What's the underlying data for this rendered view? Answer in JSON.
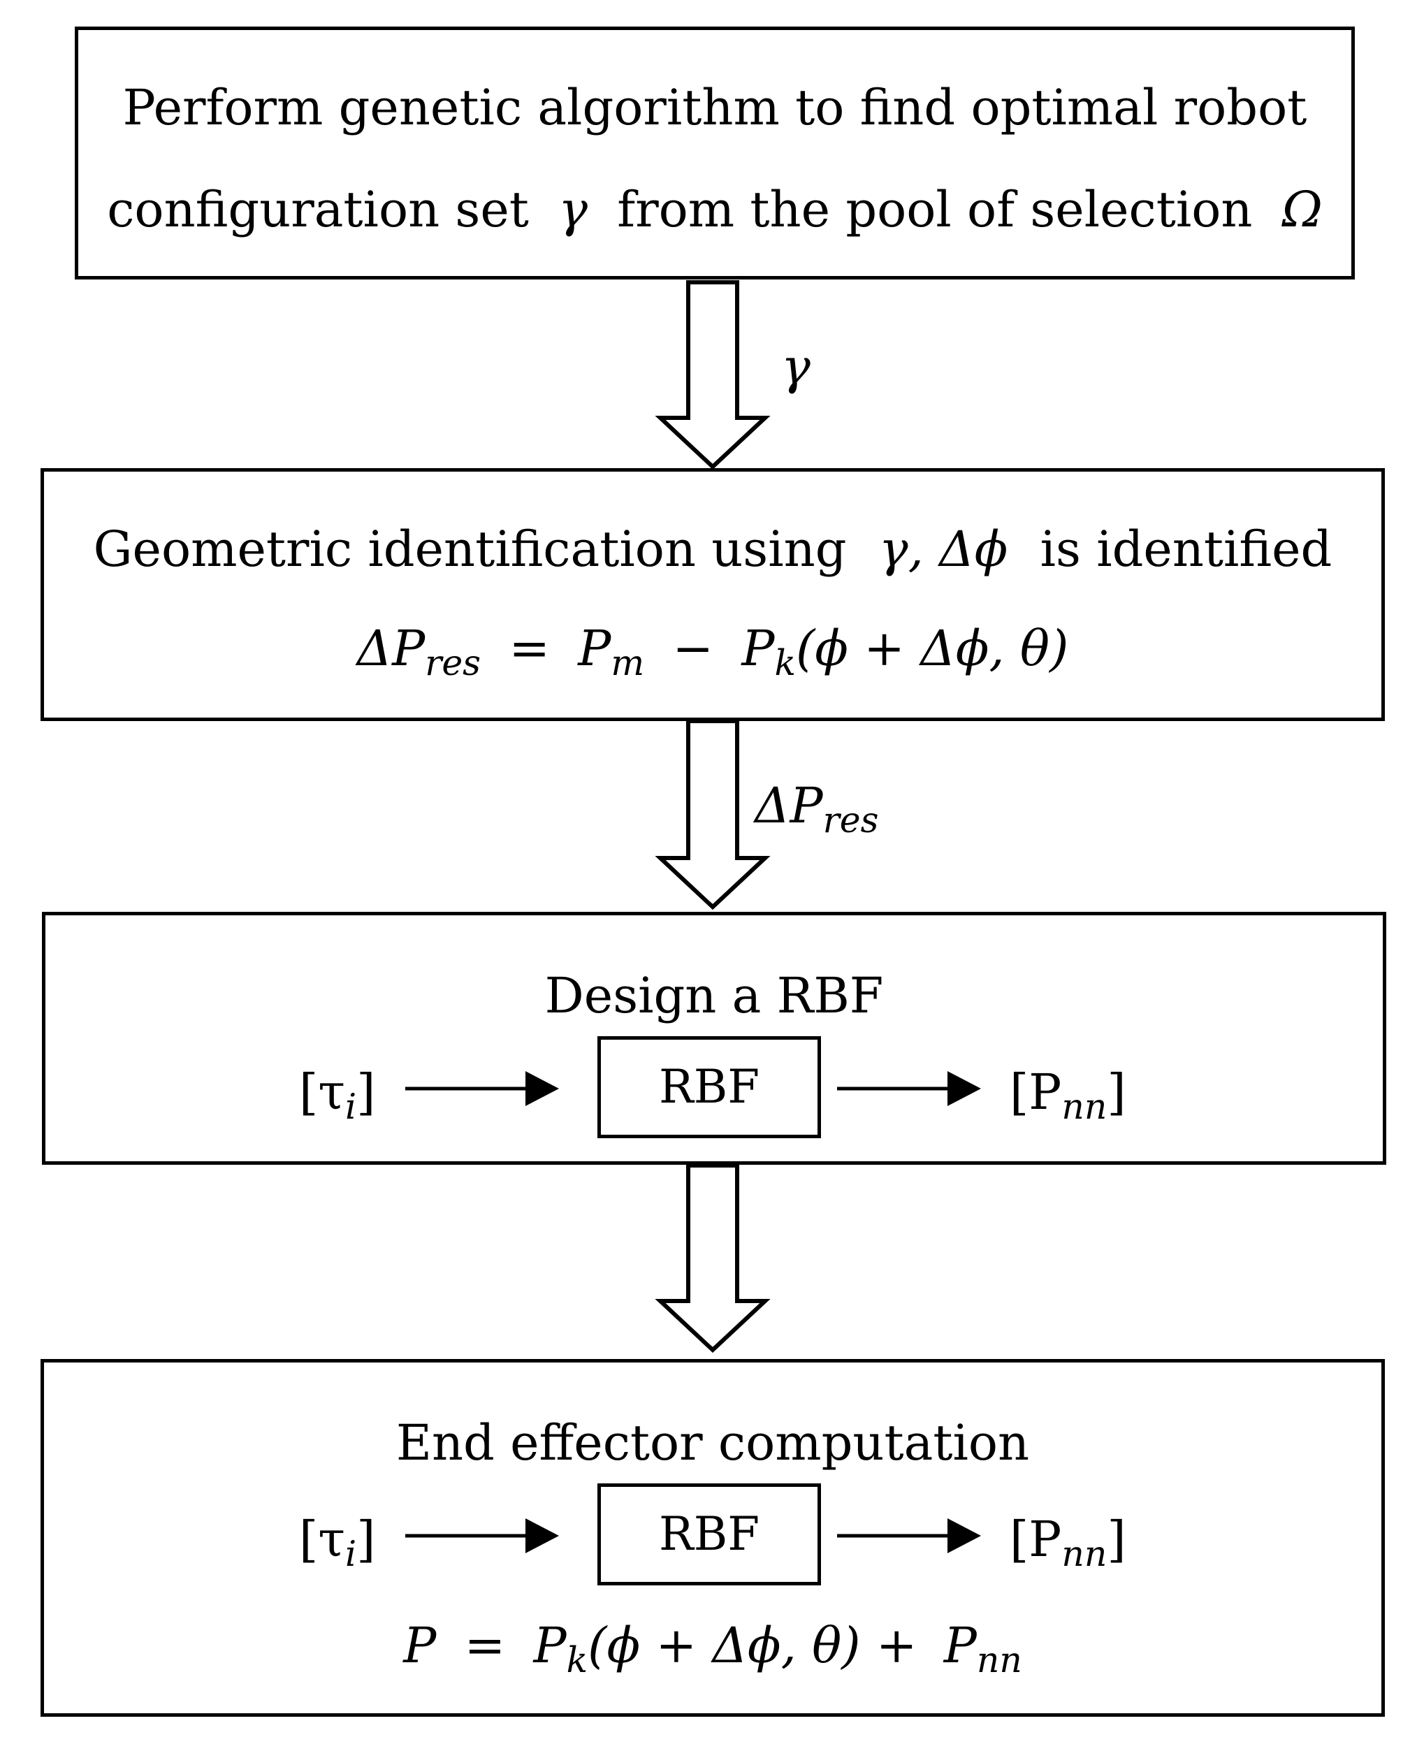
{
  "box1": {
    "line1": "Perform genetic algorithm to find optimal robot",
    "line2_text_a": "configuration set",
    "line2_sym_a": "γ",
    "line2_text_b": "from the pool of selection",
    "line2_sym_b": "Ω"
  },
  "arrow1": {
    "label": "γ"
  },
  "box2": {
    "line1_text_a": "Geometric identification using",
    "line1_sym": "γ, Δϕ",
    "line1_text_b": "is identified",
    "eq": {
      "lhs_base": "ΔP",
      "lhs_sub": "res",
      "eq_sign": "=",
      "pm_base": "P",
      "pm_sub": "m",
      "minus": "−",
      "pk_base": "P",
      "pk_sub": "k",
      "args": "(ϕ + Δϕ, θ)"
    }
  },
  "arrow2": {
    "label_base": "ΔP",
    "label_sub": "res"
  },
  "box3": {
    "title": "Design a RBF",
    "input_base": "[τ",
    "input_sub": "i",
    "input_close": "]",
    "block": "RBF",
    "output_base": "[P",
    "output_sub": "nn",
    "output_close": "]"
  },
  "box4": {
    "title": "End effector computation",
    "input_base": "[τ",
    "input_sub": "i",
    "input_close": "]",
    "block": "RBF",
    "output_base": "[P",
    "output_sub": "nn",
    "output_close": "]",
    "eq": {
      "lhs": "P",
      "eq_sign": "=",
      "pk_base": "P",
      "pk_sub": "k",
      "args": "(ϕ + Δϕ, θ) +",
      "pnn_base": "P",
      "pnn_sub": "nn"
    }
  }
}
